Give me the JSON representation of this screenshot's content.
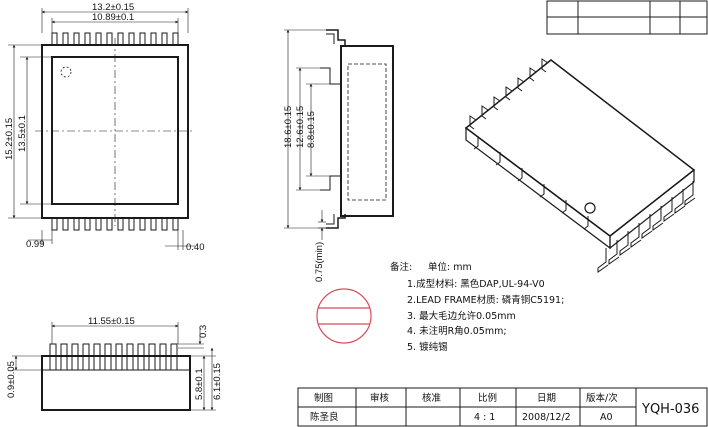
{
  "top_view": {
    "width_outer": "13.2±0.15",
    "width_inner": "10.89±0.1",
    "height_outer": "15.2±0.15",
    "height_inner": "13.5±0.1",
    "pad_gap": "0.99",
    "pad_width": "0.40"
  },
  "side_view": {
    "dim_a": "18.6±0.15",
    "dim_b": "12.6±0.15",
    "dim_c": "8.8±0.15",
    "standoff": "0.75(min)"
  },
  "front_view": {
    "width": "11.55±0.15",
    "thick": "0.3",
    "lead_h": "0.9±0.05",
    "body_h": "5.8±0.1",
    "total_h": "6.1±0.15"
  },
  "notes": {
    "heading": "备注:",
    "unit": "单位: mm",
    "items": [
      "1.成型材料: 黑色DAP,UL-94-V0",
      "2.LEAD  FRAME材质: 磷青铜C5191;",
      "3. 最大毛边允许0.05mm",
      "4. 未注明R角0.05mm;",
      "5. 镀纯锡"
    ]
  },
  "title_block": {
    "headers": [
      "制图",
      "审核",
      "核准",
      "比例",
      "日期",
      "版本/次"
    ],
    "values": [
      "陈圣良",
      "",
      "",
      "4 : 1",
      "2008/12/2",
      "A0"
    ],
    "drawing_no": "YQH-036"
  },
  "colors": {
    "line": "#1a1a1a",
    "stamp": "#d94a5a"
  }
}
